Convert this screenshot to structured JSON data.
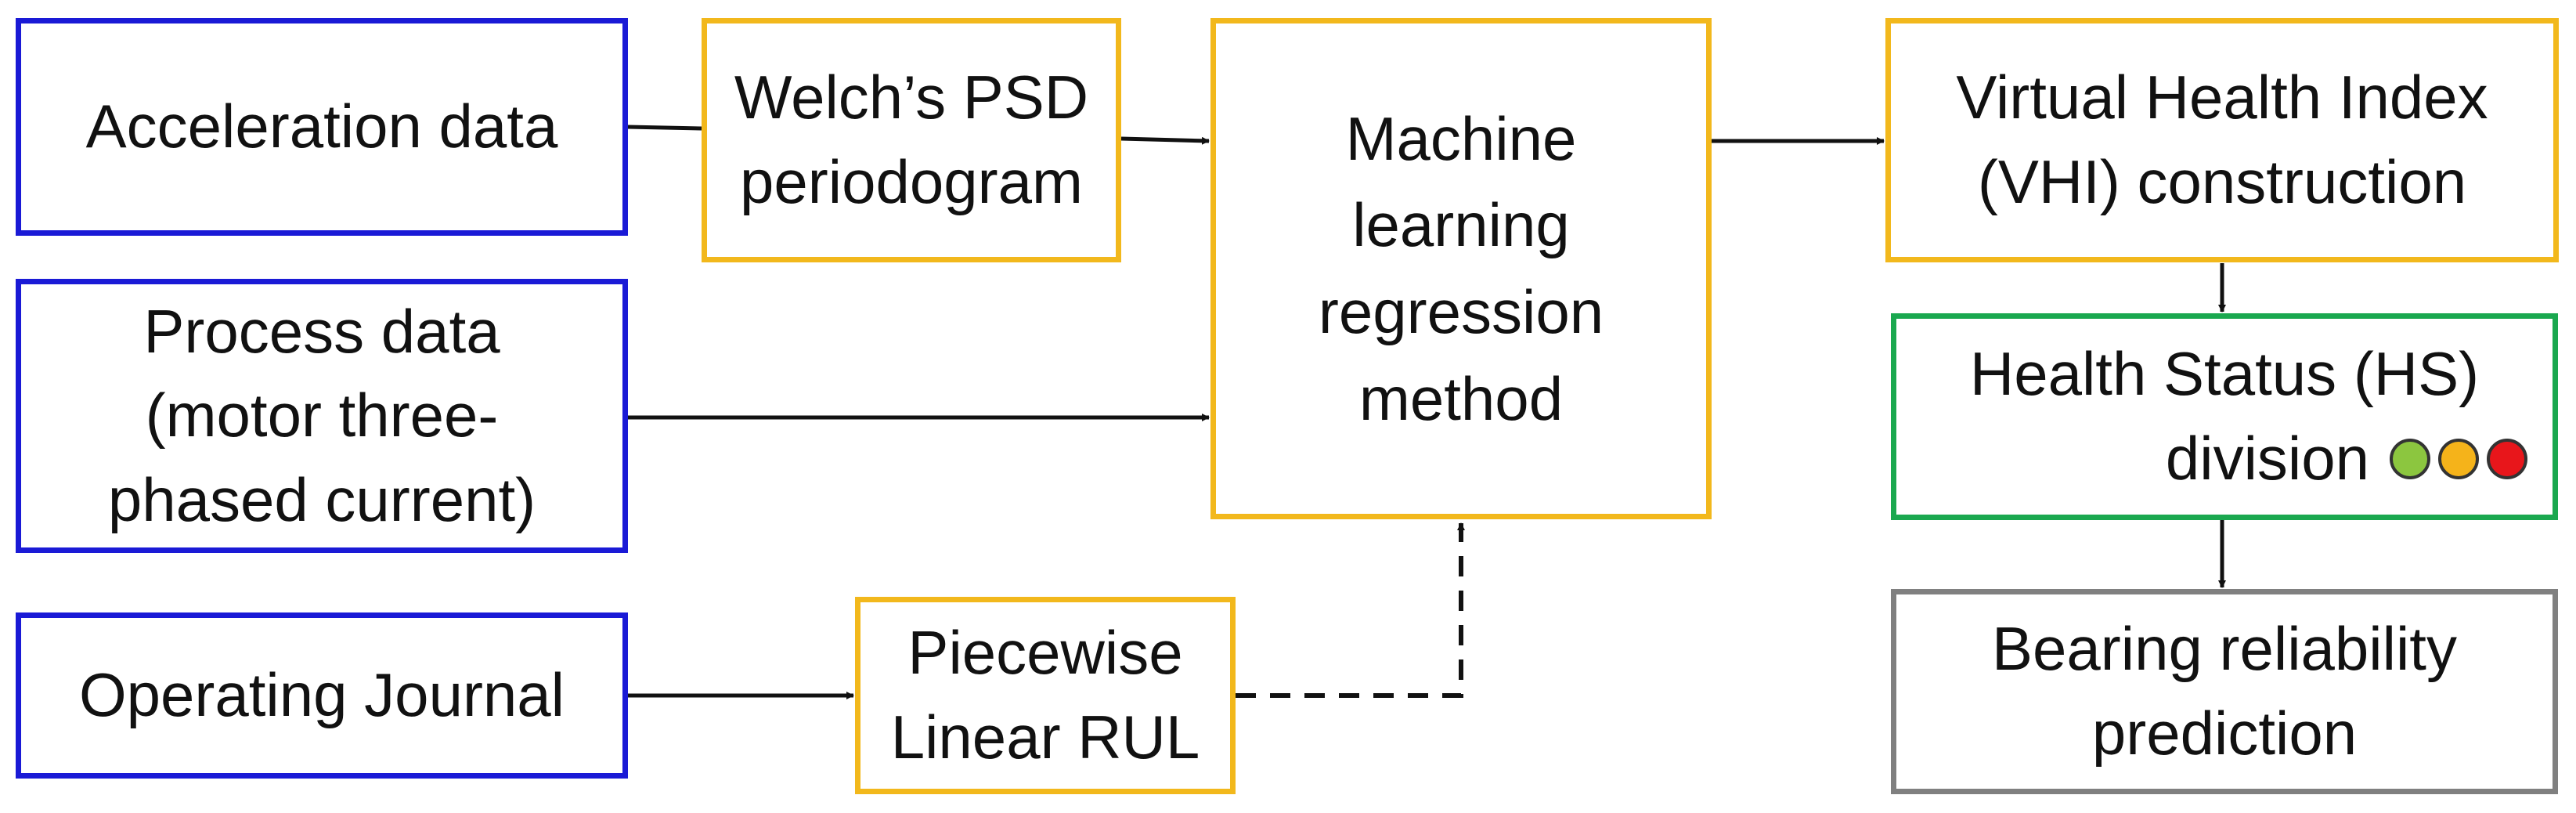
{
  "nodes": {
    "acceleration": {
      "label": "Acceleration data"
    },
    "process": {
      "line1": "Process data",
      "line2": "(motor three-",
      "line3": "phased current)"
    },
    "journal": {
      "label": "Operating Journal"
    },
    "welch": {
      "line1": "Welch’s PSD",
      "line2": "periodogram"
    },
    "piecewise": {
      "line1": "Piecewise",
      "line2": "Linear RUL"
    },
    "ml": {
      "line1": "Machine",
      "line2": "learning",
      "line3": "regression",
      "line4": "method"
    },
    "vhi": {
      "line1": "Virtual Health Index",
      "line2": "(VHI) construction"
    },
    "hs": {
      "line1": "Health Status (HS)",
      "line2": "division",
      "status_dots": [
        {
          "name": "healthy-status-dot",
          "color": "#8cc63f"
        },
        {
          "name": "warning-status-dot",
          "color": "#f5b31a"
        },
        {
          "name": "critical-status-dot",
          "color": "#e8161b"
        }
      ]
    },
    "bearing": {
      "line1": "Bearing reliability",
      "line2": "prediction"
    }
  },
  "colors": {
    "input_border": "#1a1ad6",
    "process_border": "#f2b81c",
    "status_border": "#1aa84f",
    "output_border": "#808080",
    "arrow": "#111111"
  }
}
